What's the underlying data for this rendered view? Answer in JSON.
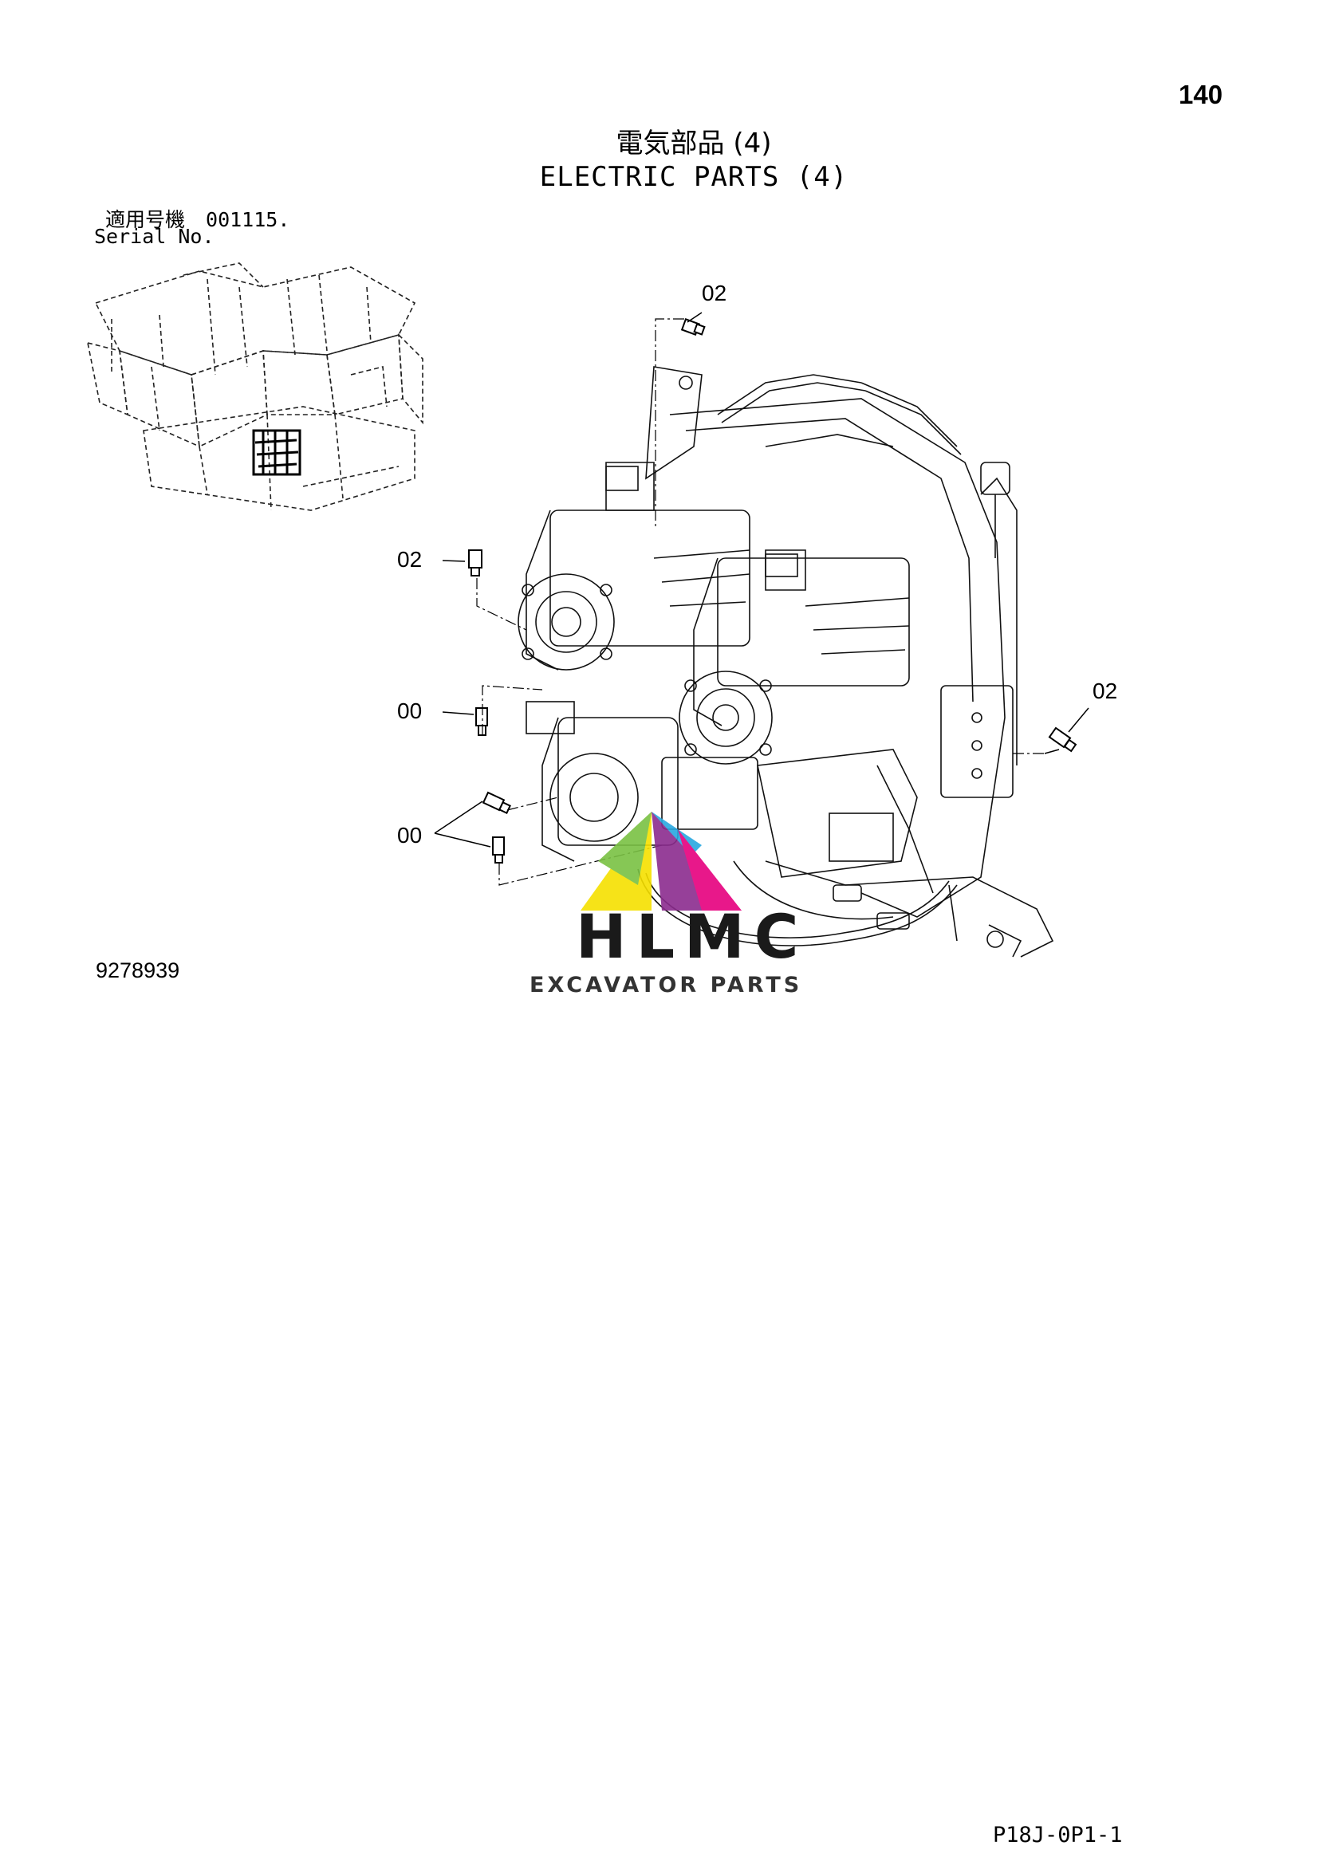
{
  "page_number": "140",
  "title_jp": "電気部品 (4)",
  "title_en": "ELECTRIC PARTS (4)",
  "serial": {
    "label_jp": "適用号機",
    "value": "001115.",
    "label_en": "Serial No."
  },
  "callouts": [
    "02",
    "02",
    "00",
    "00",
    "02"
  ],
  "figure_number": "9278939",
  "watermark": {
    "brand": "HLMC",
    "tagline": "EXCAVATOR PARTS",
    "colors": [
      "#f6e000",
      "#29a8e0",
      "#e6007e",
      "#8b2c8e",
      "#7ac143"
    ]
  },
  "page_code": "P18J-0P1-1"
}
